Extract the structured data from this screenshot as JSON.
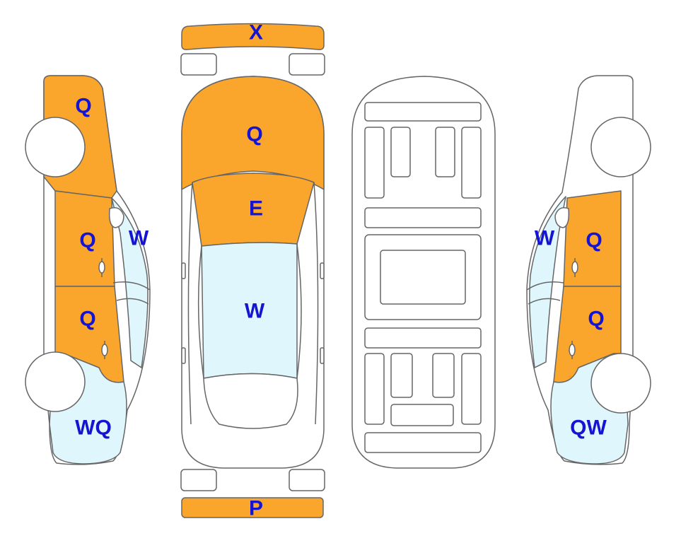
{
  "colors": {
    "damaged": "#FAA62D",
    "glass": "#DFF6FC",
    "outline": "#666666",
    "label": "#1414D2",
    "background": "#FFFFFF"
  },
  "panels": {
    "front_bumper": "X",
    "rear_bumper": "P",
    "hood": "Q",
    "windshield_area": "E",
    "roof_glass": "W",
    "left_front_fender": "Q",
    "left_front_door": "Q",
    "left_rear_door": "Q",
    "left_window": "W",
    "left_rear_quarter": "WQ",
    "right_front_door": "Q",
    "right_rear_door": "Q",
    "right_window": "W",
    "right_rear_quarter": "QW"
  }
}
